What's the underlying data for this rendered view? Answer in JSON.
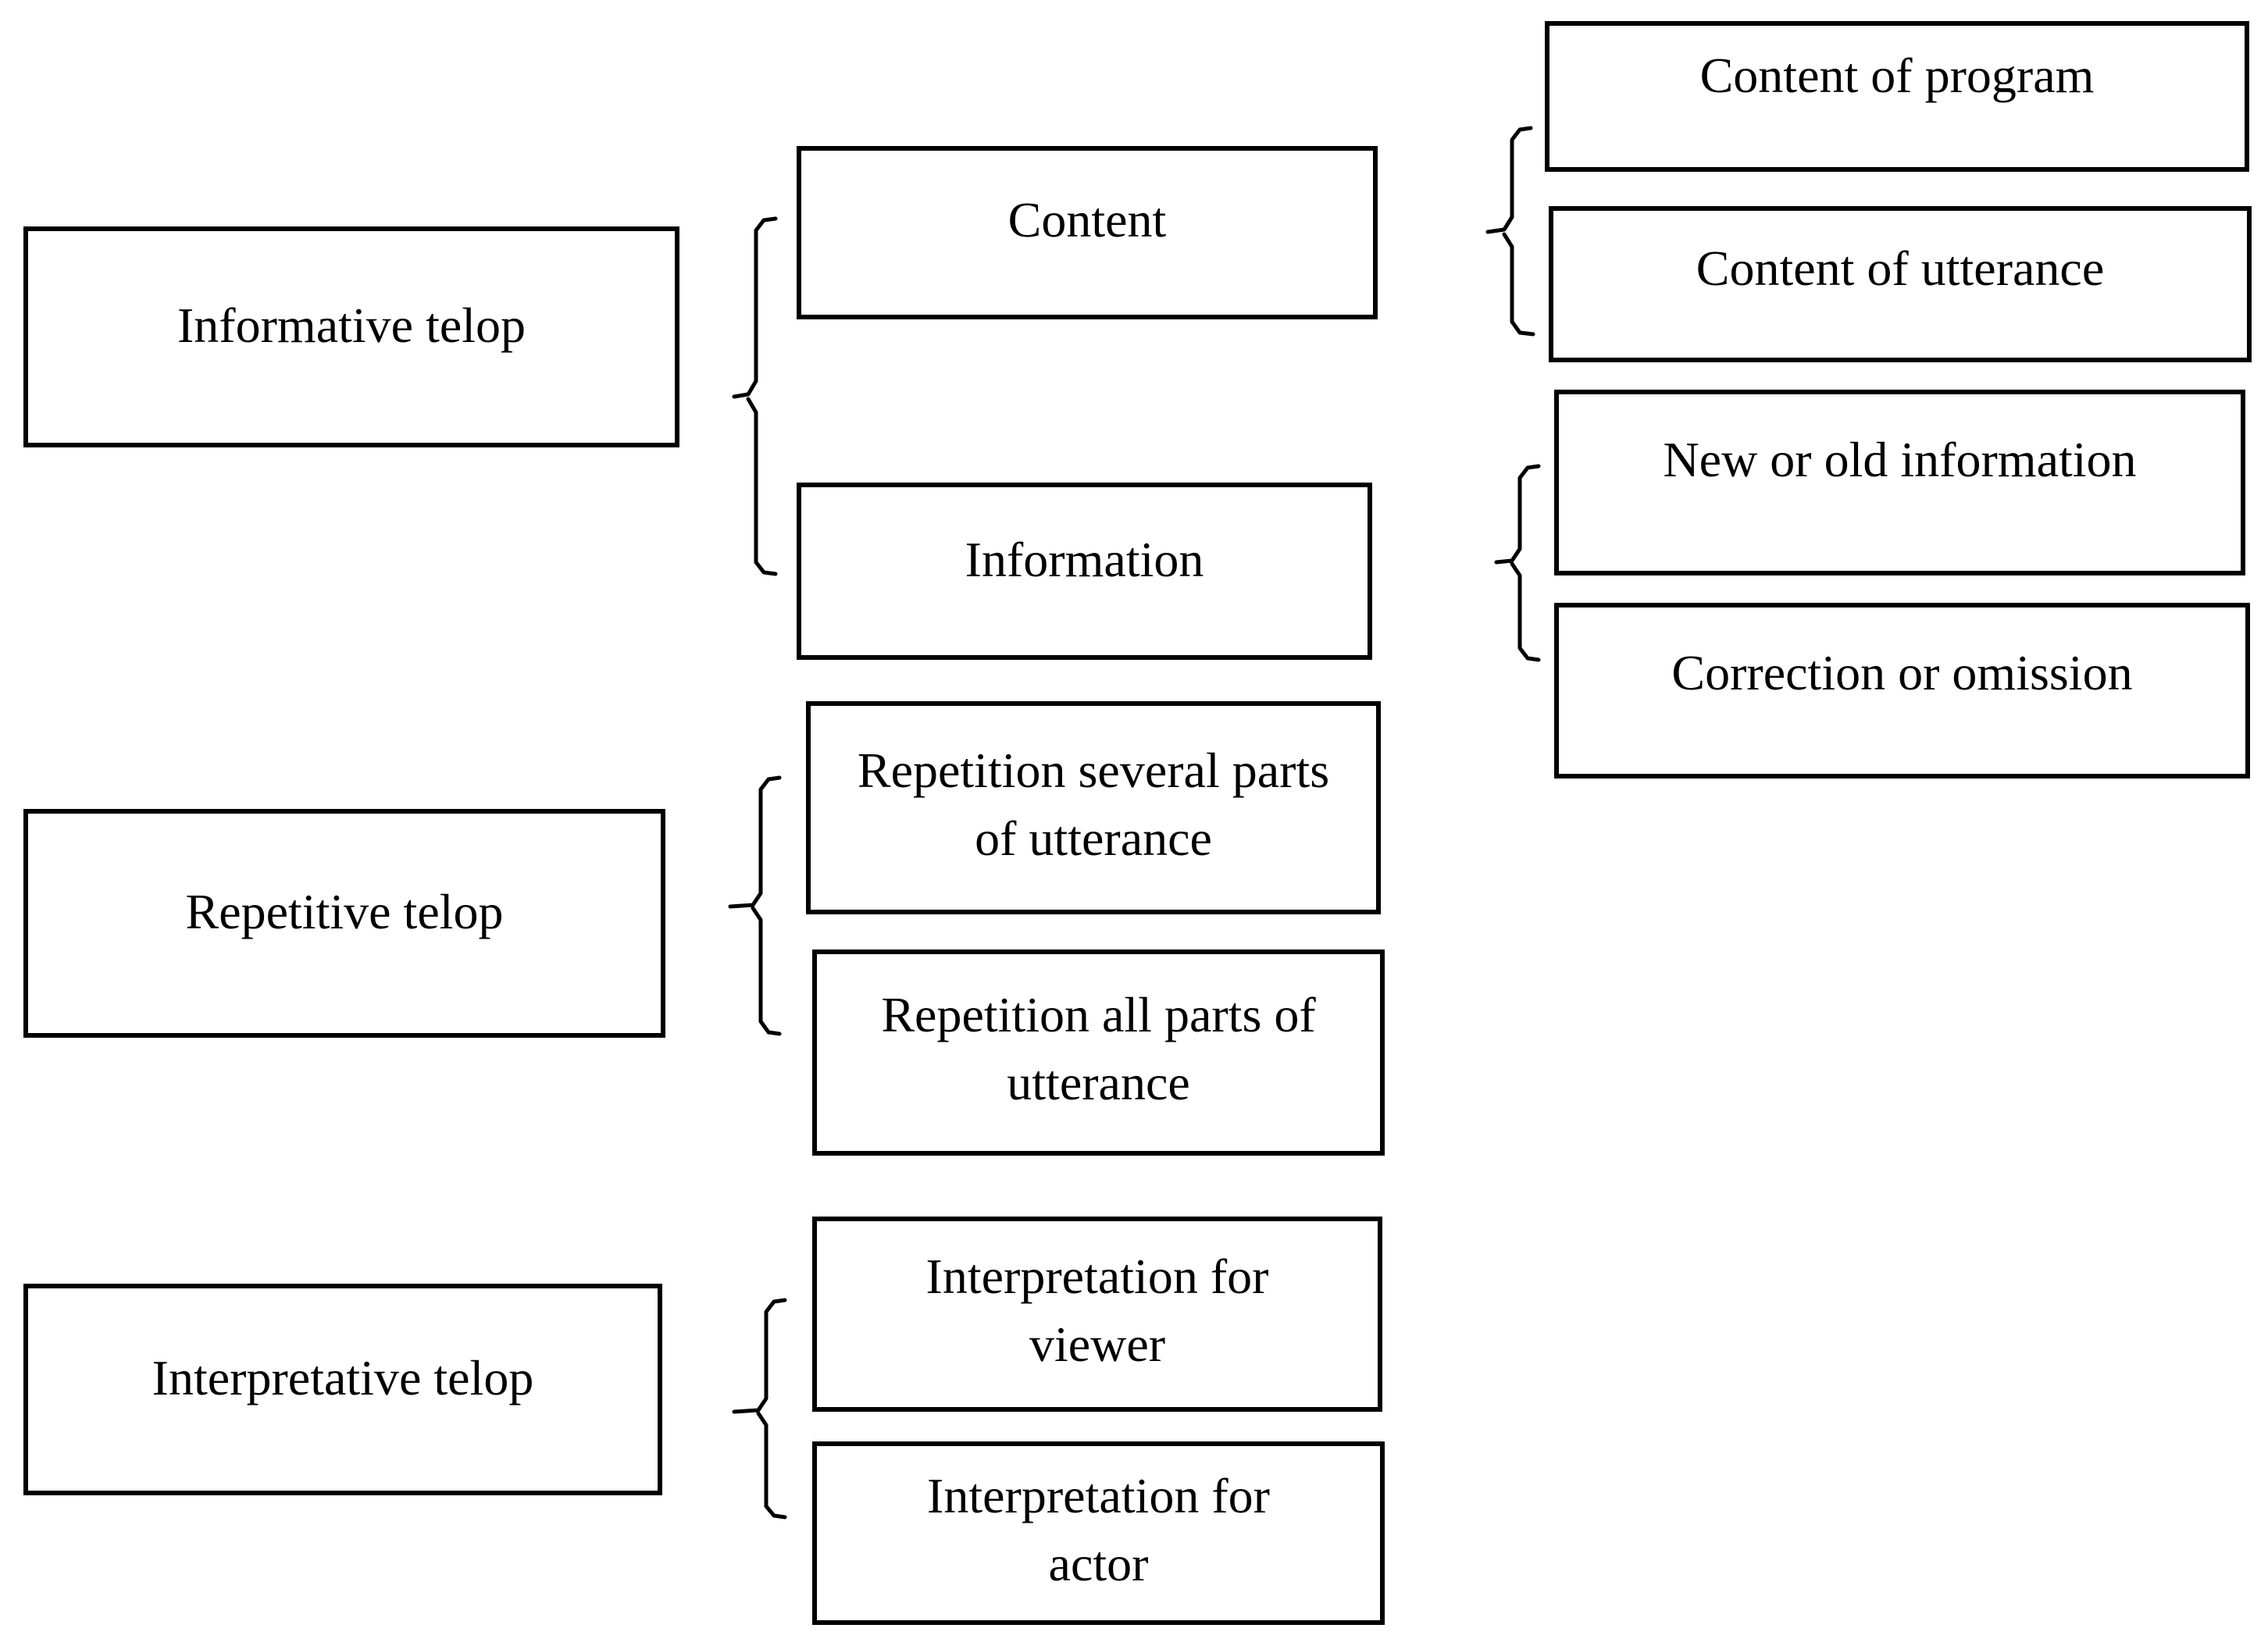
{
  "categories": [
    {
      "label": "Informative telop",
      "children": [
        {
          "label": "Content",
          "children": [
            {
              "label": "Content of program"
            },
            {
              "label": "Content of utterance"
            }
          ]
        },
        {
          "label": "Information",
          "children": [
            {
              "label": "New or old information"
            },
            {
              "label": "Correction or omission"
            }
          ]
        }
      ]
    },
    {
      "label": "Repetitive telop",
      "children": [
        {
          "label": "Repetition several parts of utterance"
        },
        {
          "label": "Repetition all parts of utterance"
        }
      ]
    },
    {
      "label": "Interpretative telop",
      "children": [
        {
          "label": "Interpretation for viewer"
        },
        {
          "label": "Interpretation for actor"
        }
      ]
    }
  ]
}
